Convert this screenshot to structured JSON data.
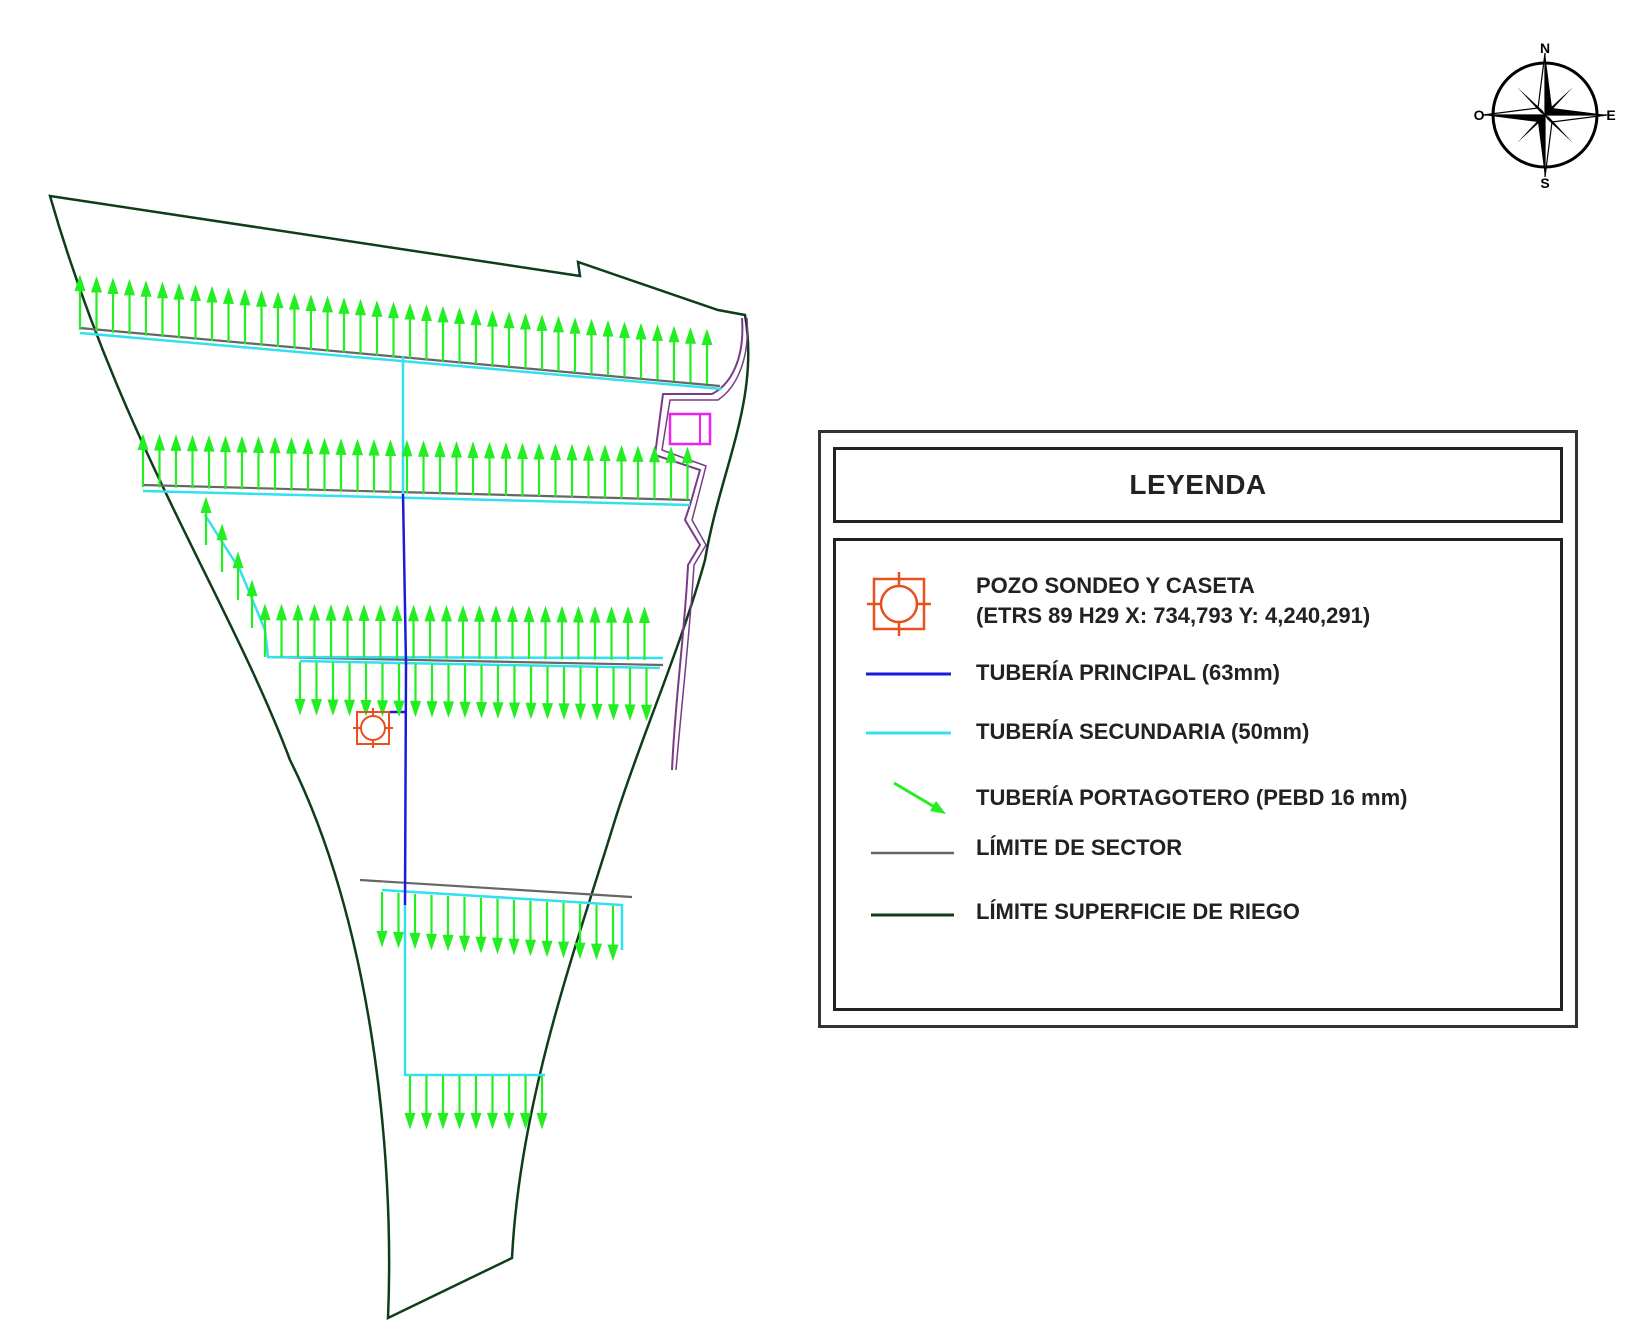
{
  "compass": {
    "north": "N",
    "south": "S",
    "east": "E",
    "west": "O"
  },
  "legend": {
    "title": "LEYENDA",
    "items": [
      {
        "label_line1": "POZO SONDEO Y CASETA",
        "label_line2": "(ETRS 89 H29   X: 734,793   Y:  4,240,291)",
        "symbol": "well-symbol",
        "color": "#e8501e"
      },
      {
        "label": "TUBERÍA PRINCIPAL (63mm)",
        "symbol": "line",
        "color": "#1a1adc"
      },
      {
        "label": "TUBERÍA SECUNDARIA (50mm)",
        "symbol": "line",
        "color": "#33e0f0"
      },
      {
        "label": "TUBERÍA PORTAGOTERO (PEBD 16 mm)",
        "symbol": "arrow-line",
        "color": "#22ee22"
      },
      {
        "label": "LÍMITE DE SECTOR",
        "symbol": "line",
        "color": "#666666"
      },
      {
        "label": "LÍMITE SUPERFICIE DE RIEGO",
        "symbol": "line",
        "color": "#0f3d1a"
      }
    ]
  },
  "colors": {
    "boundary": "#0f3d1a",
    "sector_limit": "#666666",
    "main_pipe": "#1a1adc",
    "secondary_pipe": "#33e0f0",
    "dripper_lines": "#22ee22",
    "well": "#e8501e",
    "shed": "#ee22ee",
    "access_path": "#7a3a8a"
  }
}
